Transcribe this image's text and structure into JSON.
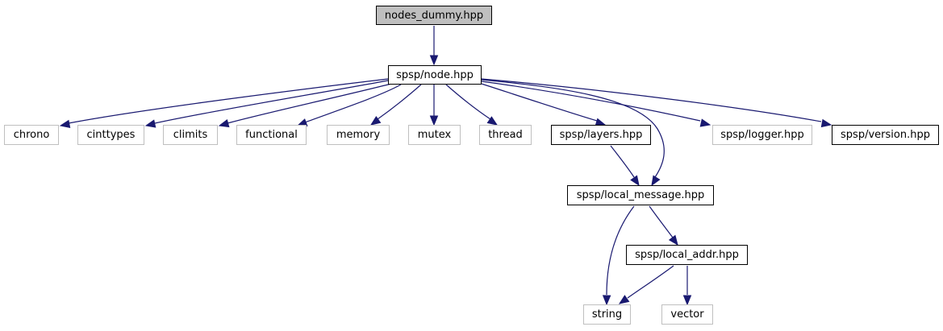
{
  "title": "nodes_dummy.hpp include dependency graph",
  "colors": {
    "edge": "#191970",
    "root_fill": "#bfbfbf",
    "documented_border": "#000000",
    "external_border": "#bfbfbf"
  },
  "nodes": [
    {
      "id": "nodes_dummy",
      "label": "nodes_dummy.hpp",
      "kind": "root"
    },
    {
      "id": "node",
      "label": "spsp/node.hpp",
      "kind": "doc"
    },
    {
      "id": "chrono",
      "label": "chrono",
      "kind": "ext"
    },
    {
      "id": "cinttypes",
      "label": "cinttypes",
      "kind": "ext"
    },
    {
      "id": "climits",
      "label": "climits",
      "kind": "ext"
    },
    {
      "id": "functional",
      "label": "functional",
      "kind": "ext"
    },
    {
      "id": "memory",
      "label": "memory",
      "kind": "ext"
    },
    {
      "id": "mutex",
      "label": "mutex",
      "kind": "ext"
    },
    {
      "id": "thread",
      "label": "thread",
      "kind": "ext"
    },
    {
      "id": "layers",
      "label": "spsp/layers.hpp",
      "kind": "doc"
    },
    {
      "id": "logger",
      "label": "spsp/logger.hpp",
      "kind": "ext"
    },
    {
      "id": "version",
      "label": "spsp/version.hpp",
      "kind": "doc"
    },
    {
      "id": "local_message",
      "label": "spsp/local_message.hpp",
      "kind": "doc"
    },
    {
      "id": "local_addr",
      "label": "spsp/local_addr.hpp",
      "kind": "doc"
    },
    {
      "id": "string",
      "label": "string",
      "kind": "ext"
    },
    {
      "id": "vector",
      "label": "vector",
      "kind": "ext"
    }
  ],
  "edges": [
    {
      "from": "nodes_dummy",
      "to": "node"
    },
    {
      "from": "node",
      "to": "chrono"
    },
    {
      "from": "node",
      "to": "cinttypes"
    },
    {
      "from": "node",
      "to": "climits"
    },
    {
      "from": "node",
      "to": "functional"
    },
    {
      "from": "node",
      "to": "memory"
    },
    {
      "from": "node",
      "to": "mutex"
    },
    {
      "from": "node",
      "to": "thread"
    },
    {
      "from": "node",
      "to": "layers"
    },
    {
      "from": "node",
      "to": "local_message"
    },
    {
      "from": "node",
      "to": "logger"
    },
    {
      "from": "node",
      "to": "version"
    },
    {
      "from": "layers",
      "to": "local_message"
    },
    {
      "from": "local_message",
      "to": "string"
    },
    {
      "from": "local_message",
      "to": "local_addr"
    },
    {
      "from": "local_addr",
      "to": "string"
    },
    {
      "from": "local_addr",
      "to": "vector"
    }
  ]
}
